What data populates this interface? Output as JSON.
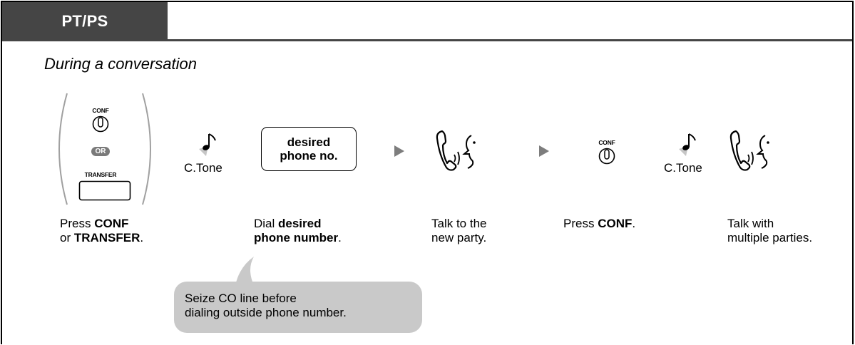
{
  "header": {
    "tab_label": "PT/PS"
  },
  "subtitle": "During a conversation",
  "step1": {
    "conf_key_label": "CONF",
    "or_label": "OR",
    "transfer_key_label": "TRANSFER",
    "caption_line1_prefix": "Press ",
    "caption_line1_bold": "CONF",
    "caption_line2_prefix": "or ",
    "caption_line2_bold": "TRANSFER",
    "caption_line2_suffix": "."
  },
  "tone1": {
    "label": "C.Tone"
  },
  "step2": {
    "box_line1": "desired",
    "box_line2": "phone no.",
    "caption_line1_prefix": "Dial ",
    "caption_line1_bold": "desired",
    "caption_line2_bold": "phone number",
    "caption_line2_suffix": "."
  },
  "step3": {
    "caption_line1": "Talk to the",
    "caption_line2": "new party."
  },
  "step4": {
    "conf_key_label": "CONF",
    "caption_prefix": "Press ",
    "caption_bold": "CONF",
    "caption_suffix": "."
  },
  "tone2": {
    "label": "C.Tone"
  },
  "step5": {
    "caption_line1": "Talk with",
    "caption_line2": "multiple parties."
  },
  "callout": {
    "line1": "Seize CO line before",
    "line2": "dialing outside phone number."
  },
  "icons": {
    "conf_button": "round-button-icon",
    "transfer_button": "rectangular-button-icon",
    "tone": "music-note-icon",
    "arrow": "right-triangle-arrow-icon",
    "handset": "handset-talking-icon"
  },
  "colors": {
    "tab_bg": "#454545",
    "callout_bg": "#c9c9c9",
    "or_badge": "#7a7a7a",
    "arrow": "#7d7d7d"
  }
}
